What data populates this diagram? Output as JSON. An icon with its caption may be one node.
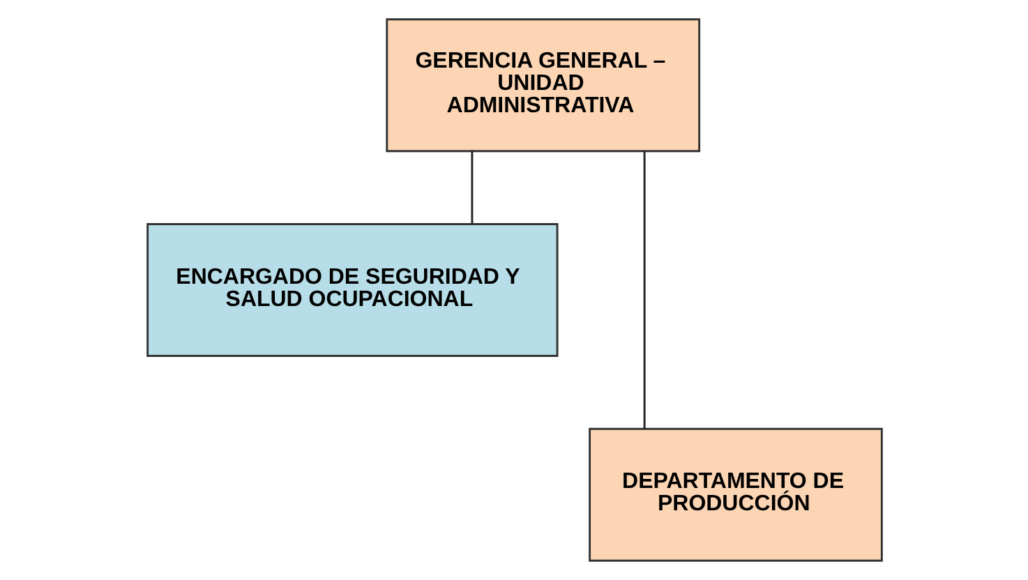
{
  "diagram": {
    "nodes": [
      {
        "text": [
          "GERENCIA GENERAL – UNIDAD ADMINISTRATIVA"
        ]
      },
      {
        "text": [
          "ENCARGADO DE SEGURIDAD Y SALUD OCUPACIONAL"
        ]
      },
      {
        "text": [
          "DEPARTAMENTO DE PRODUCCIÓN"
        ]
      }
    ],
    "edges": [
      {
        "from": 0,
        "to": 2,
        "arrow": "none"
      },
      {
        "from": 1,
        "to": 0,
        "arrow": "none"
      }
    ]
  }
}
